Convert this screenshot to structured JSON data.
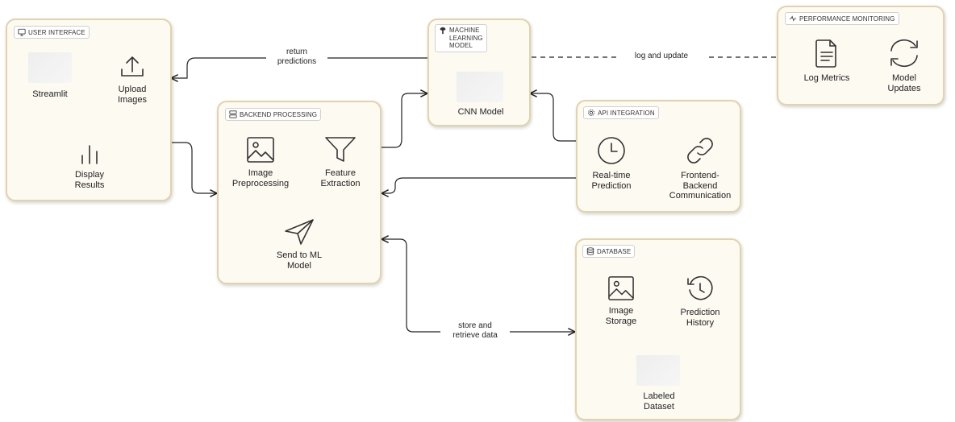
{
  "user_interface": {
    "tag": "USER INTERFACE",
    "items": [
      {
        "label": "Streamlit",
        "icon": "image-placeholder"
      },
      {
        "label": "Upload\nImages",
        "icon": "upload-icon"
      },
      {
        "label": "Display\nResults",
        "icon": "bar-chart-icon"
      }
    ]
  },
  "ml_model": {
    "tag": "MACHINE\nLEARNING\nMODEL",
    "items": [
      {
        "label": "CNN Model",
        "icon": "image-placeholder"
      }
    ]
  },
  "performance": {
    "tag": "PERFORMANCE MONITORING",
    "items": [
      {
        "label": "Log Metrics",
        "icon": "document-icon"
      },
      {
        "label": "Model\nUpdates",
        "icon": "refresh-icon"
      }
    ]
  },
  "backend": {
    "tag": "BACKEND PROCESSING",
    "items": [
      {
        "label": "Image\nPreprocessing",
        "icon": "image-icon"
      },
      {
        "label": "Feature\nExtraction",
        "icon": "filter-icon"
      },
      {
        "label": "Send to ML\nModel",
        "icon": "send-icon"
      }
    ]
  },
  "api": {
    "tag": "API INTEGRATION",
    "items": [
      {
        "label": "Real-time\nPrediction",
        "icon": "clock-icon"
      },
      {
        "label": "Frontend-\nBackend\nCommunication",
        "icon": "link-icon"
      }
    ]
  },
  "database": {
    "tag": "DATABASE",
    "items": [
      {
        "label": "Image\nStorage",
        "icon": "image-icon"
      },
      {
        "label": "Prediction\nHistory",
        "icon": "history-icon"
      },
      {
        "label": "Labeled\nDataset",
        "icon": "image-placeholder"
      }
    ]
  },
  "edges": {
    "return_predictions": "return\npredictions",
    "log_and_update": "log and update",
    "store_and_retrieve": "store and\nretrieve data"
  },
  "colors": {
    "box_fill": "#fdfaf2",
    "box_border": "#e2d3a8",
    "line": "#222222"
  }
}
